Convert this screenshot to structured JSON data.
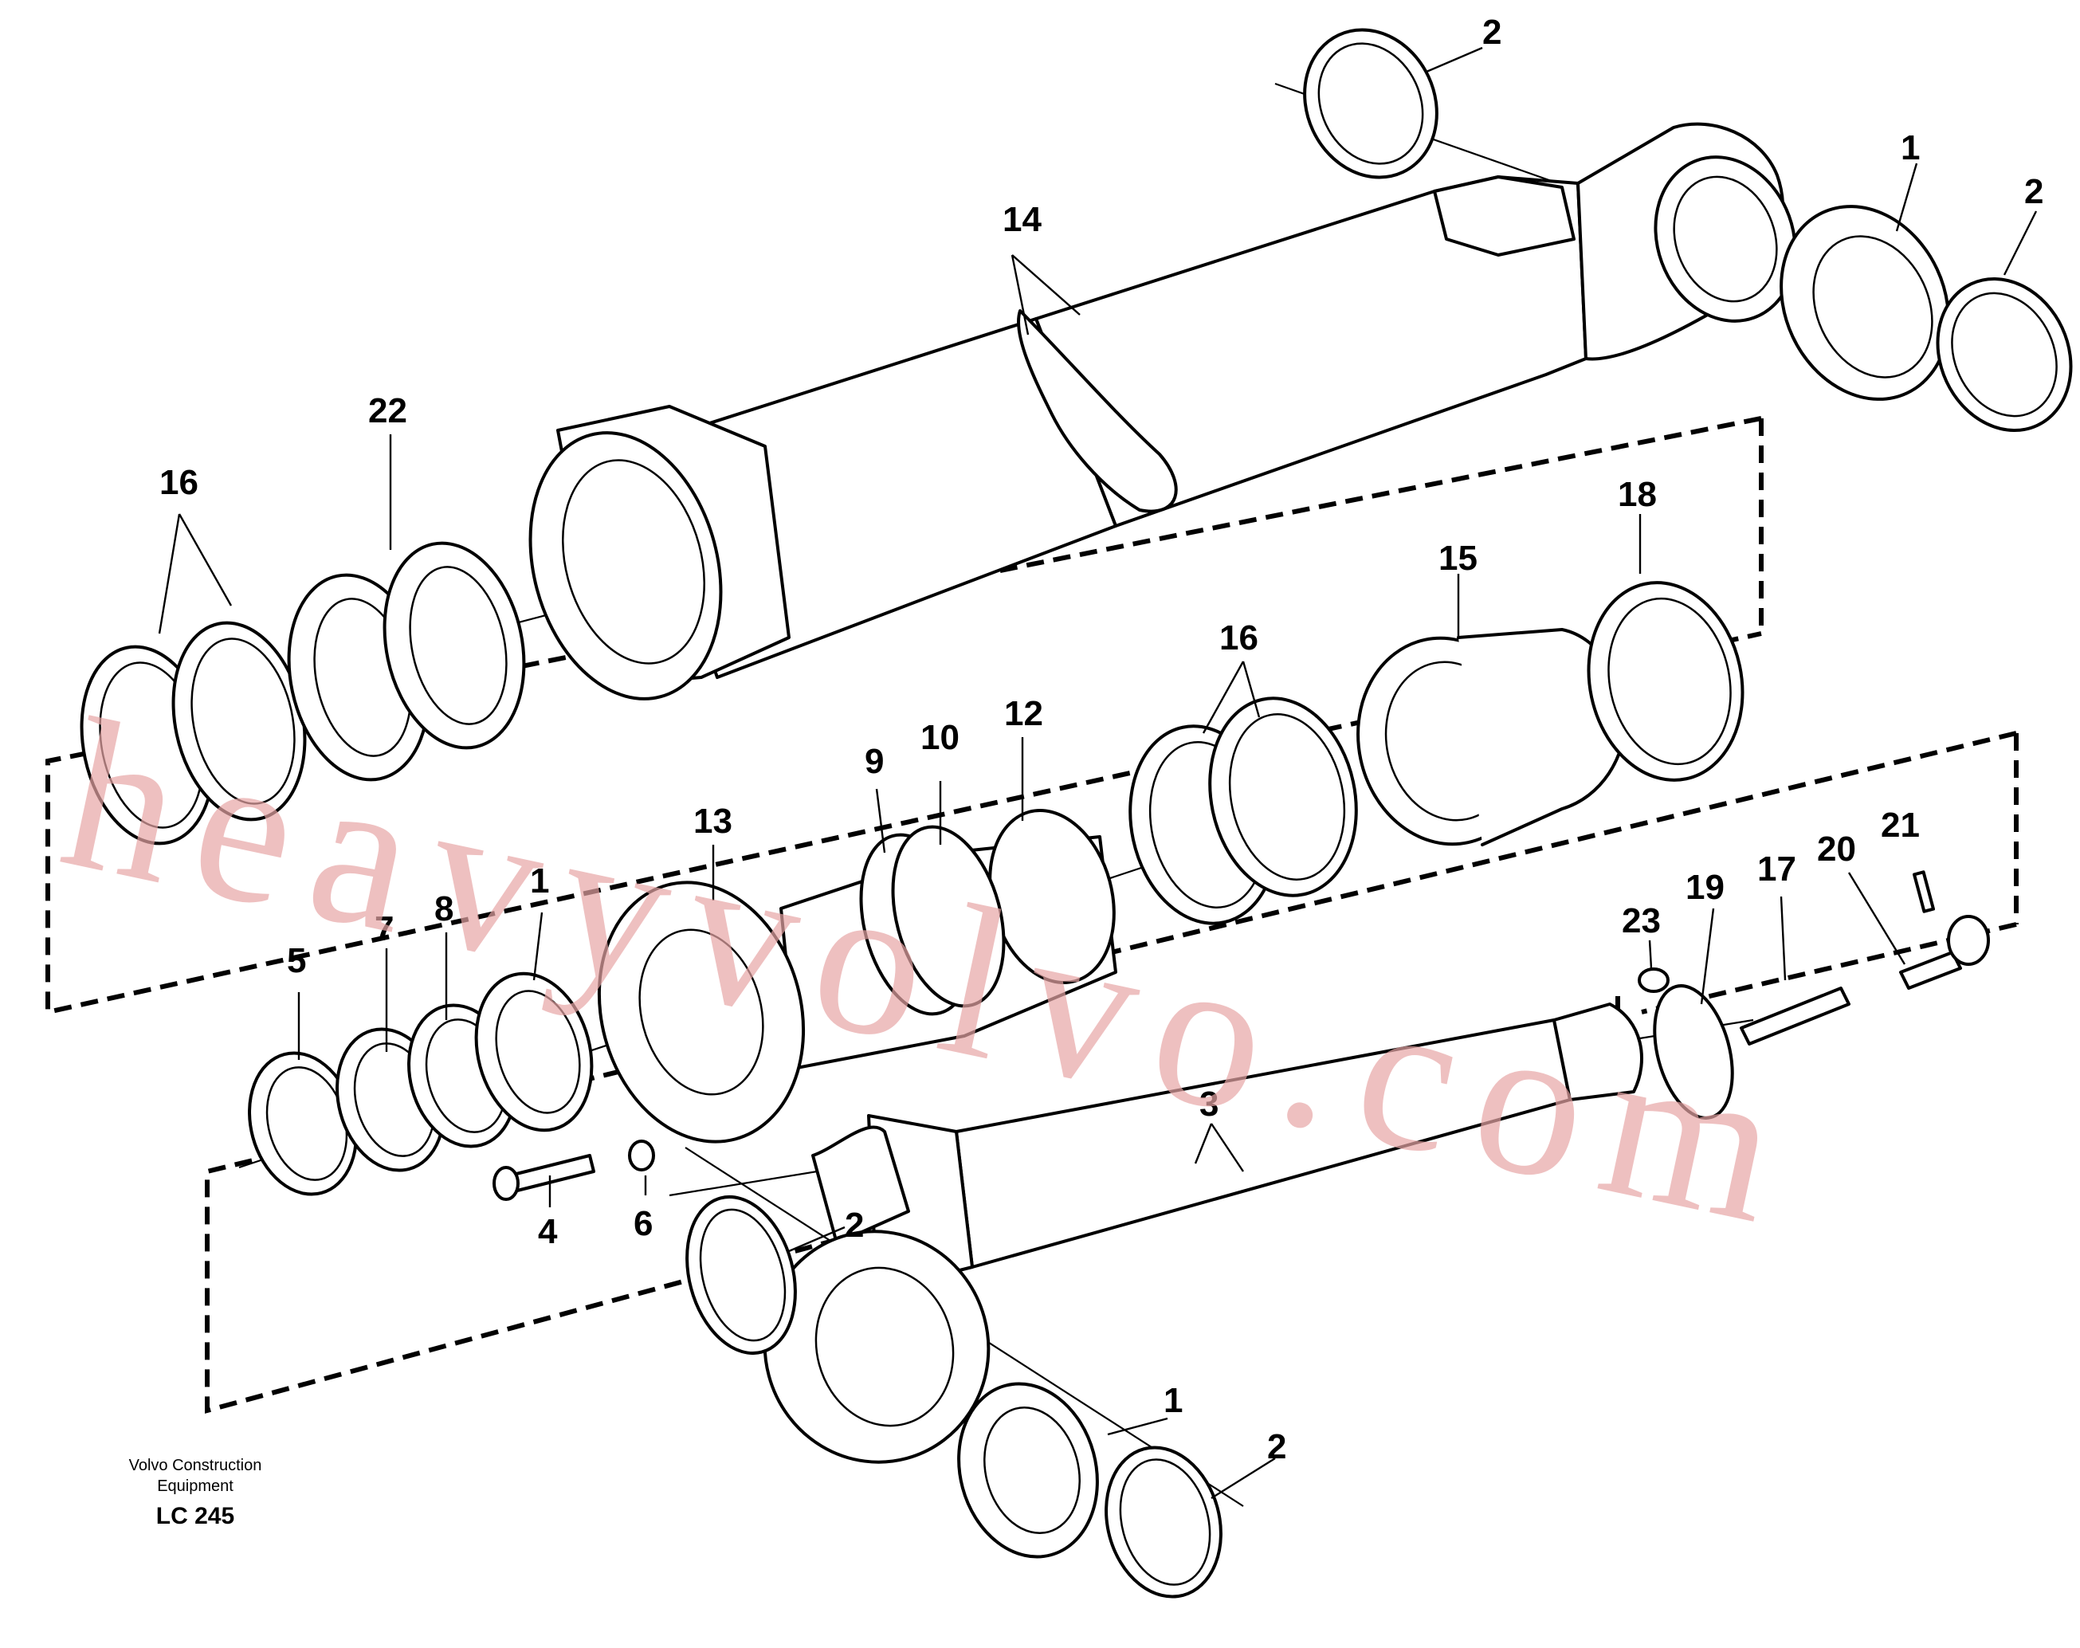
{
  "callouts": {
    "c14": "14",
    "c2a": "2",
    "c1a": "1",
    "c2b": "2",
    "c22": "22",
    "c16a": "16",
    "c18": "18",
    "c15": "15",
    "c16b": "16",
    "c12": "12",
    "c10": "10",
    "c9": "9",
    "c13": "13",
    "c1b": "1",
    "c8": "8",
    "c7": "7",
    "c5": "5",
    "c4": "4",
    "c6": "6",
    "c3": "3",
    "c2c": "2",
    "c1c": "1",
    "c2d": "2",
    "c23": "23",
    "c19": "19",
    "c17": "17",
    "c20": "20",
    "c21": "21"
  },
  "footer": {
    "company_line1": "Volvo Construction",
    "company_line2": "Equipment",
    "code": "LC 245"
  },
  "watermark": "heavyvolvo.com"
}
